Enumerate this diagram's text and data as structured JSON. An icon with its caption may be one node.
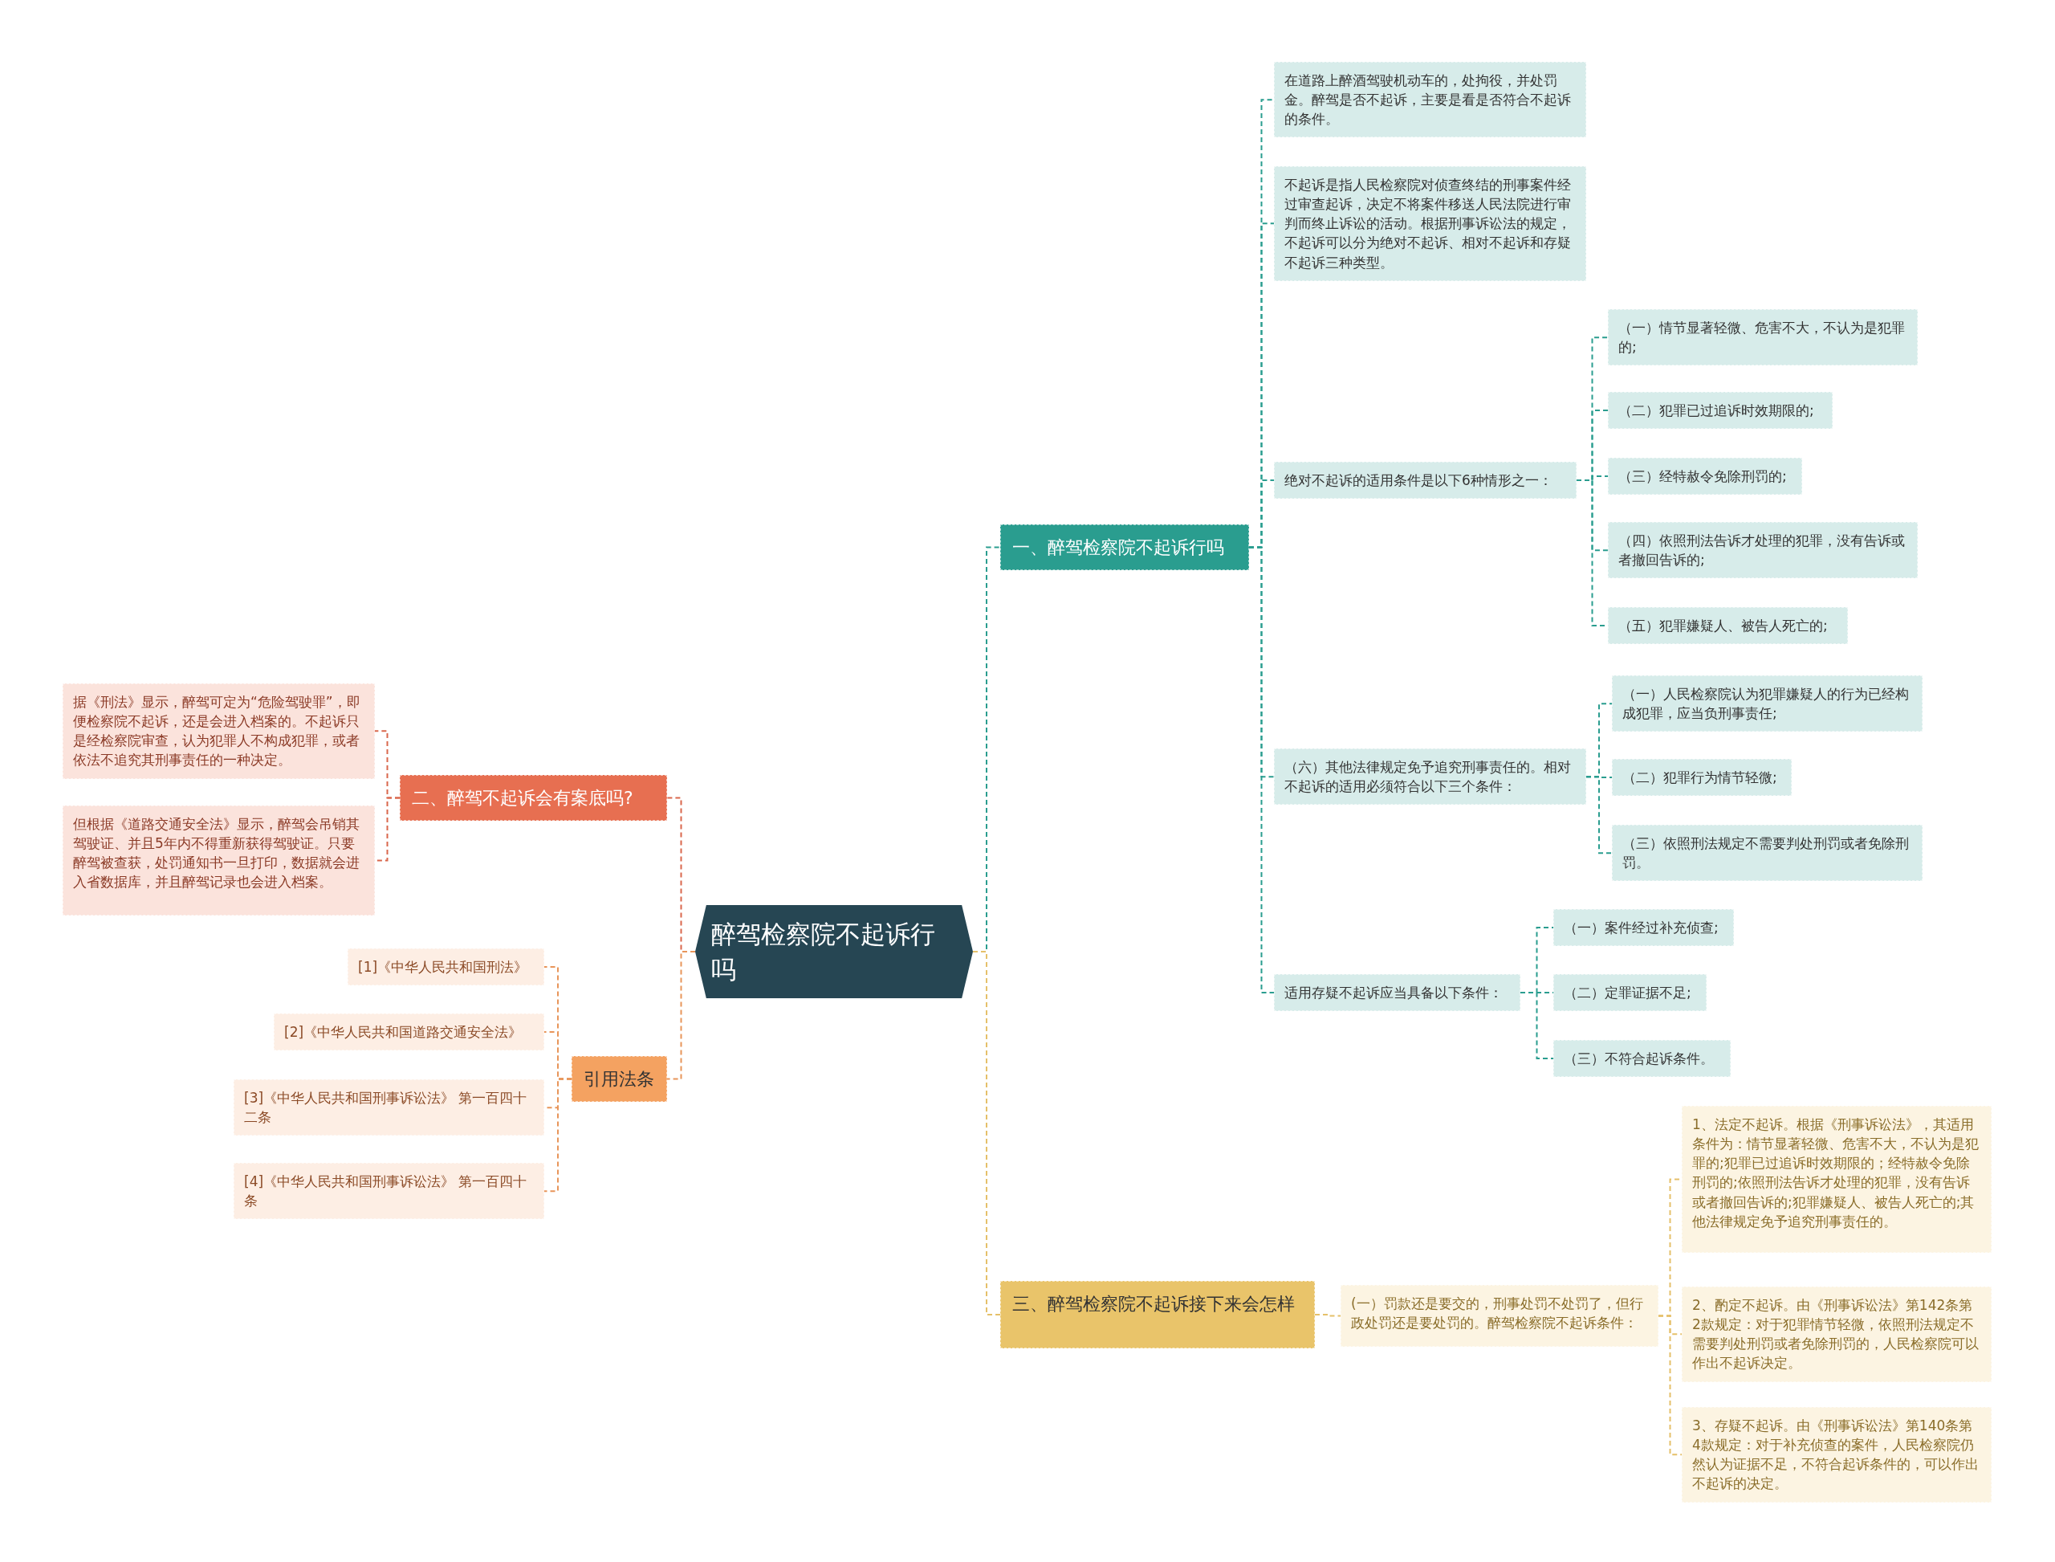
{
  "diagram": {
    "nodes": [
      {
        "text": [
          "醉驾检察院不起诉行吗"
        ]
      },
      {
        "text": [
          "一、醉驾检察院不起诉行吗"
        ]
      },
      {
        "text": [
          "在道路上醉酒驾驶机动车的，处拘役，并处罚金。醉驾是否不起诉，主要是看是否符合不起诉的条件。"
        ]
      },
      {
        "text": [
          "不起诉是指人民检察院对侦查终结的刑事案件经过审查起诉，决定不将案件移送人民法院进行审判而终止诉讼的活动。根据刑事诉讼法的规定，不起诉可以分为绝对不起诉、相对不起诉和存疑不起诉三种类型。"
        ]
      },
      {
        "text": [
          "绝对不起诉的适用条件是以下6种情形之一："
        ]
      },
      {
        "text": [
          "（一）情节显著轻微、危害不大，不认为是犯罪的;"
        ]
      },
      {
        "text": [
          "（二）犯罪已过追诉时效期限的;"
        ]
      },
      {
        "text": [
          "（三）经特赦令免除刑罚的;"
        ]
      },
      {
        "text": [
          "（四）依照刑法告诉才处理的犯罪，没有告诉或者撤回告诉的;"
        ]
      },
      {
        "text": [
          "（五）犯罪嫌疑人、被告人死亡的;"
        ]
      },
      {
        "text": [
          "（六）其他法律规定免予追究刑事责任的。相对不起诉的适用必须符合以下三个条件："
        ]
      },
      {
        "text": [
          "（一）人民检察院认为犯罪嫌疑人的行为已经构成犯罪，应当负刑事责任;"
        ]
      },
      {
        "text": [
          "（二）犯罪行为情节轻微;"
        ]
      },
      {
        "text": [
          "（三）依照刑法规定不需要判处刑罚或者免除刑罚。"
        ]
      },
      {
        "text": [
          "适用存疑不起诉应当具备以下条件："
        ]
      },
      {
        "text": [
          "（一）案件经过补充侦查;"
        ]
      },
      {
        "text": [
          "（二）定罪证据不足;"
        ]
      },
      {
        "text": [
          "（三）不符合起诉条件。"
        ]
      },
      {
        "text": [
          "三、醉驾检察院不起诉接下来会怎样"
        ]
      },
      {
        "text": [
          "(一）罚款还是要交的，刑事处罚不处罚了，但行政处罚还是要处罚的。醉驾检察院不起诉条件："
        ]
      },
      {
        "text": [
          "1、法定不起诉。根据《刑事诉讼法》，其适用条件为：情节显著轻微、危害不大，不认为是犯罪的;犯罪已过追诉时效期限的；经特赦令免除刑罚的;依照刑法告诉才处理的犯罪，没有告诉或者撤回告诉的;犯罪嫌疑人、被告人死亡的;其他法律规定免予追究刑事责任的。"
        ]
      },
      {
        "text": [
          "2、酌定不起诉。由《刑事诉讼法》第142条第2款规定：对于犯罪情节轻微，依照刑法规定不需要判处刑罚或者免除刑罚的，人民检察院可以作出不起诉决定。"
        ]
      },
      {
        "text": [
          "3、存疑不起诉。由《刑事诉讼法》第140条第4款规定：对于补充侦查的案件，人民检察院仍然认为证据不足，不符合起诉条件的，可以作出不起诉的决定。"
        ]
      },
      {
        "text": [
          "二、醉驾不起诉会有案底吗?"
        ]
      },
      {
        "text": [
          "据《刑法》显示，醉驾可定为“危险驾驶罪”，即便检察院不起诉，还是会进入档案的。不起诉只是经检察院审查，认为犯罪人不构成犯罪，或者依法不追究其刑事责任的一种决定。"
        ]
      },
      {
        "text": [
          "但根据《道路交通安全法》显示，醉驾会吊销其驾驶证、并且5年内不得重新获得驾驶证。只要醉驾被查获，处罚通知书一旦打印，数据就会进入省数据库，并且醉驾记录也会进入档案。"
        ]
      },
      {
        "text": [
          "引用法条"
        ]
      },
      {
        "text": [
          "[1]《中华人民共和国刑法》"
        ]
      },
      {
        "text": [
          "[2]《中华人民共和国道路交通安全法》"
        ]
      },
      {
        "text": [
          "[3]《中华人民共和国刑事诉讼法》 第一百四十二条"
        ]
      },
      {
        "text": [
          "[4]《中华人民共和国刑事诉讼法》 第一百四十条"
        ]
      }
    ],
    "edges": [
      {
        "from": 0,
        "to": 1,
        "arrow": "none"
      },
      {
        "from": 1,
        "to": 2,
        "arrow": "none"
      },
      {
        "from": 1,
        "to": 3,
        "arrow": "none"
      },
      {
        "from": 1,
        "to": 4,
        "arrow": "none"
      },
      {
        "from": 4,
        "to": 5,
        "arrow": "none"
      },
      {
        "from": 4,
        "to": 6,
        "arrow": "none"
      },
      {
        "from": 4,
        "to": 7,
        "arrow": "none"
      },
      {
        "from": 4,
        "to": 8,
        "arrow": "none"
      },
      {
        "from": 4,
        "to": 9,
        "arrow": "none"
      },
      {
        "from": 1,
        "to": 10,
        "arrow": "none"
      },
      {
        "from": 10,
        "to": 11,
        "arrow": "none"
      },
      {
        "from": 10,
        "to": 12,
        "arrow": "none"
      },
      {
        "from": 10,
        "to": 13,
        "arrow": "none"
      },
      {
        "from": 1,
        "to": 14,
        "arrow": "none"
      },
      {
        "from": 14,
        "to": 15,
        "arrow": "none"
      },
      {
        "from": 14,
        "to": 16,
        "arrow": "none"
      },
      {
        "from": 14,
        "to": 17,
        "arrow": "none"
      },
      {
        "from": 0,
        "to": 18,
        "arrow": "none",
        "color": "#e5c06a"
      },
      {
        "from": 18,
        "to": 19,
        "arrow": "none",
        "color": "#e5c06a"
      },
      {
        "from": 19,
        "to": 20,
        "arrow": "none",
        "color": "#e5c06a"
      },
      {
        "from": 19,
        "to": 21,
        "arrow": "none",
        "color": "#e5c06a"
      },
      {
        "from": 19,
        "to": 22,
        "arrow": "none",
        "color": "#e5c06a"
      },
      {
        "from": 0,
        "to": 23,
        "arrow": "none",
        "color": "#d9674c"
      },
      {
        "from": 23,
        "to": 24,
        "arrow": "none",
        "color": "#d9674c"
      },
      {
        "from": 23,
        "to": 25,
        "arrow": "none",
        "color": "#d9674c"
      },
      {
        "from": 0,
        "to": 26,
        "arrow": "none",
        "color": "#e8955a"
      },
      {
        "from": 26,
        "to": 27,
        "arrow": "none",
        "color": "#e8955a"
      },
      {
        "from": 26,
        "to": 28,
        "arrow": "none",
        "color": "#e8955a"
      },
      {
        "from": 26,
        "to": 29,
        "arrow": "none",
        "color": "#e8955a"
      },
      {
        "from": 26,
        "to": 30,
        "arrow": "none",
        "color": "#e8955a"
      }
    ]
  }
}
